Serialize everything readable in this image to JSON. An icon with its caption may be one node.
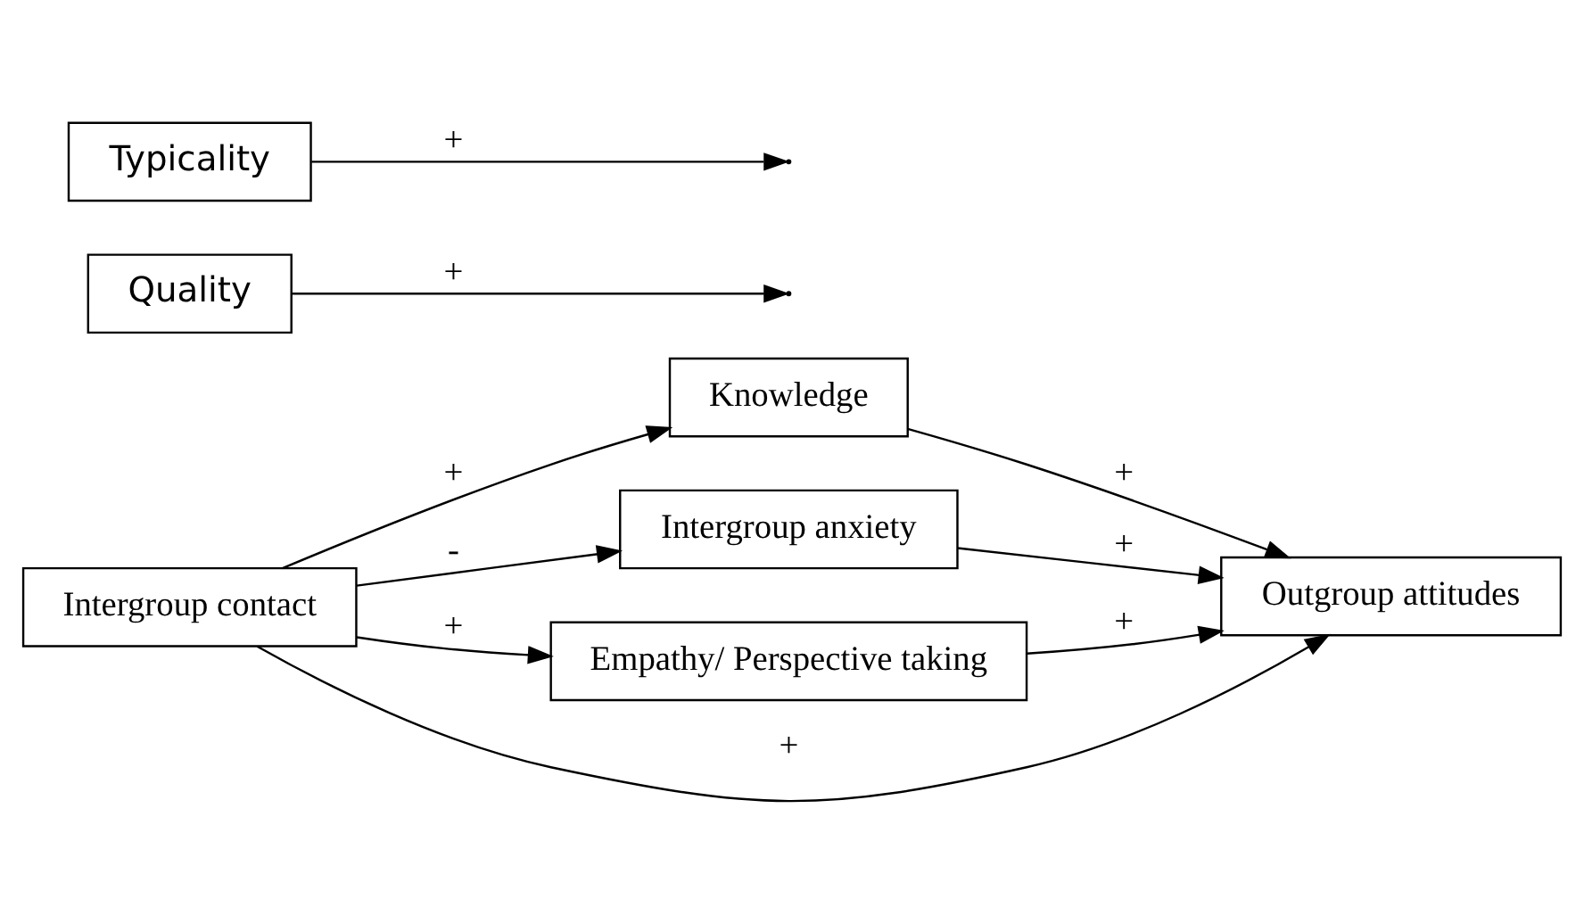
{
  "diagram": {
    "nodes": [
      {
        "text": [
          "Knowledge"
        ]
      },
      {
        "text": [
          "Intergroup anxiety"
        ]
      },
      {
        "text": [
          "Empathy/ Perspective taking"
        ]
      },
      {
        "text": [
          "Quality"
        ]
      },
      {
        "text": [
          "Typicality"
        ]
      },
      {
        "text": [
          "Intergroup contact"
        ]
      },
      {
        "text": [
          "Outgroup attitudes"
        ]
      }
    ],
    "edges": [
      {
        "from": 5,
        "to": 0,
        "arrow": "to",
        "label": "+"
      },
      {
        "from": 5,
        "to": 1,
        "arrow": "to",
        "label": "-"
      },
      {
        "from": 5,
        "to": 2,
        "arrow": "to",
        "label": "+"
      },
      {
        "from": 0,
        "to": 6,
        "arrow": "to",
        "label": "+"
      },
      {
        "from": 1,
        "to": 6,
        "arrow": "to",
        "label": "+"
      },
      {
        "from": 2,
        "to": 6,
        "arrow": "to",
        "label": "+"
      },
      {
        "from": 3,
        "to": null,
        "arrow": "to",
        "label": "+"
      },
      {
        "from": 4,
        "to": null,
        "arrow": "to",
        "label": "+"
      },
      {
        "from": 5,
        "to": 6,
        "arrow": "to",
        "label": "+"
      }
    ]
  }
}
